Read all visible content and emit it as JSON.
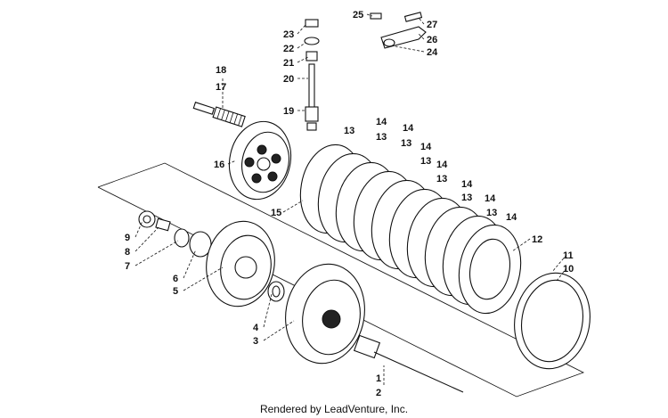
{
  "callouts": [
    {
      "id": "c1",
      "label": "1"
    },
    {
      "id": "c2",
      "label": "2"
    },
    {
      "id": "c3",
      "label": "3"
    },
    {
      "id": "c4",
      "label": "4"
    },
    {
      "id": "c5",
      "label": "5"
    },
    {
      "id": "c6",
      "label": "6"
    },
    {
      "id": "c7",
      "label": "7"
    },
    {
      "id": "c8",
      "label": "8"
    },
    {
      "id": "c9",
      "label": "9"
    },
    {
      "id": "c10",
      "label": "10"
    },
    {
      "id": "c11",
      "label": "11"
    },
    {
      "id": "c12",
      "label": "12"
    },
    {
      "id": "c13a",
      "label": "13"
    },
    {
      "id": "c13b",
      "label": "13"
    },
    {
      "id": "c13c",
      "label": "13"
    },
    {
      "id": "c13d",
      "label": "13"
    },
    {
      "id": "c13e",
      "label": "13"
    },
    {
      "id": "c13f",
      "label": "13"
    },
    {
      "id": "c13g",
      "label": "13"
    },
    {
      "id": "c14a",
      "label": "14"
    },
    {
      "id": "c14b",
      "label": "14"
    },
    {
      "id": "c14c",
      "label": "14"
    },
    {
      "id": "c14d",
      "label": "14"
    },
    {
      "id": "c14e",
      "label": "14"
    },
    {
      "id": "c14f",
      "label": "14"
    },
    {
      "id": "c14g",
      "label": "14"
    },
    {
      "id": "c15",
      "label": "15"
    },
    {
      "id": "c16",
      "label": "16"
    },
    {
      "id": "c17",
      "label": "17"
    },
    {
      "id": "c18",
      "label": "18"
    },
    {
      "id": "c19",
      "label": "19"
    },
    {
      "id": "c20",
      "label": "20"
    },
    {
      "id": "c21",
      "label": "21"
    },
    {
      "id": "c22",
      "label": "22"
    },
    {
      "id": "c23",
      "label": "23"
    },
    {
      "id": "c24",
      "label": "24"
    },
    {
      "id": "c25",
      "label": "25"
    },
    {
      "id": "c26",
      "label": "26"
    },
    {
      "id": "c27",
      "label": "27"
    }
  ],
  "footer": {
    "text": "Rendered by LeadVenture, Inc."
  }
}
